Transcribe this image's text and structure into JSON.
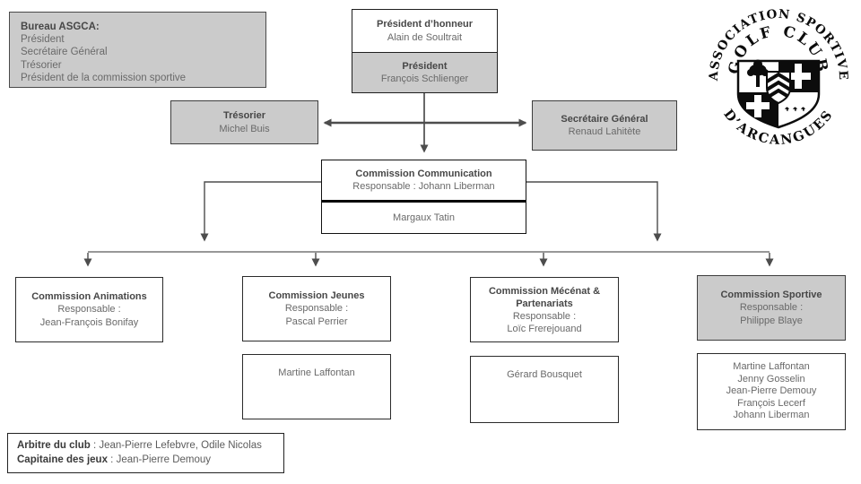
{
  "bureau": {
    "title": "Bureau ASGCA:",
    "items": [
      "Président",
      "Secrétaire Général",
      "Trésorier",
      "Président de la commission sportive"
    ]
  },
  "president_honneur": {
    "title": "Président d’honneur",
    "name": "Alain de Soultrait"
  },
  "president": {
    "title": "Président",
    "name": "François Schlienger"
  },
  "tresorier": {
    "title": "Trésorier",
    "name": "Michel Buis"
  },
  "secretaire_general": {
    "title": "Secrétaire Général",
    "name": "Renaud Lahitète"
  },
  "communication": {
    "title": "Commission Communication",
    "responsable": "Responsable : Johann Liberman",
    "member": "Margaux Tatin"
  },
  "animations": {
    "title": "Commission Animations",
    "resp_label": "Responsable :",
    "resp_name": "Jean-François Bonifay"
  },
  "jeunes": {
    "title": "Commission Jeunes",
    "resp_label": "Responsable :",
    "resp_name": "Pascal Perrier",
    "members": [
      "Martine Laffontan"
    ]
  },
  "mecenat": {
    "title": "Commission Mécénat & Partenariats",
    "resp_label": "Responsable :",
    "resp_name": "Loïc Frerejouand",
    "members": [
      "Gérard Bousquet"
    ]
  },
  "sportive": {
    "title": "Commission Sportive",
    "resp_label": "Responsable :",
    "resp_name": "Philippe Blaye",
    "members": [
      "Martine Laffontan",
      "Jenny Gosselin",
      "Jean-Pierre Demouy",
      "François Lecerf",
      "Johann Liberman"
    ]
  },
  "footer": {
    "lines": [
      {
        "label": "Arbitre du club",
        "value": " : Jean-Pierre Lefebvre, Odile Nicolas"
      },
      {
        "label": "Capitaine des jeux",
        "value": " : Jean-Pierre Demouy"
      }
    ]
  },
  "logo": {
    "arc_top": "ASSOCIATION SPORTIVE",
    "arc_middle": "GOLF CLUB",
    "arc_bottom": "D’ARCANGUES"
  },
  "colors": {
    "box_gray": "#cbcbcb",
    "line": "#4d4d4d",
    "title_text": "#474747",
    "body_text": "#696969"
  }
}
